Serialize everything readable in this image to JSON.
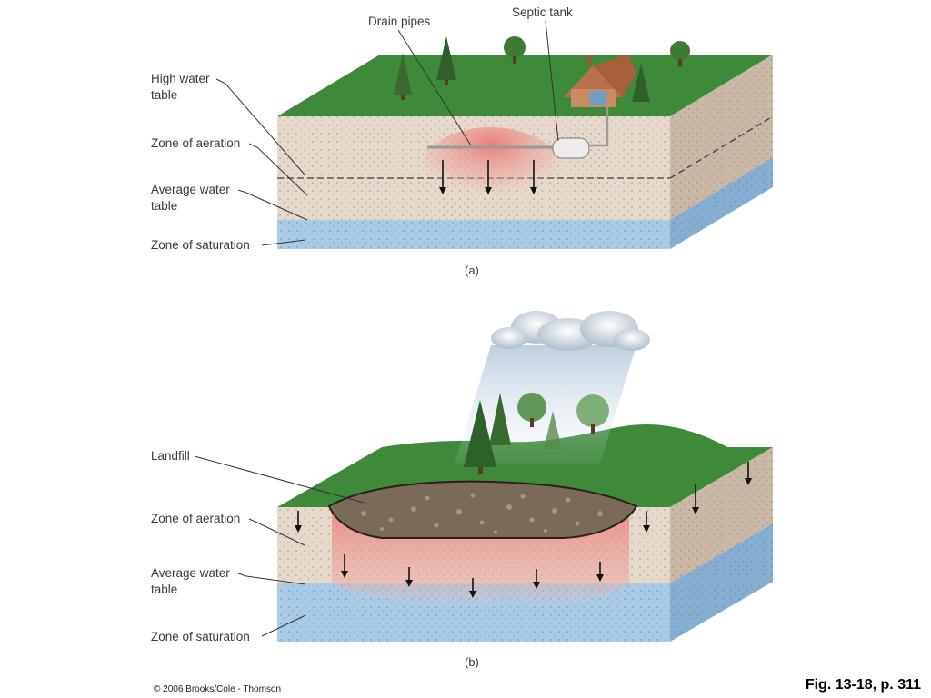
{
  "panel_a": {
    "labels": {
      "high_water_table_1": "High water",
      "high_water_table_2": "table",
      "zone_of_aeration": "Zone of aeration",
      "average_water_table_1": "Average water",
      "average_water_table_2": "table",
      "zone_of_saturation": "Zone of saturation",
      "drain_pipes": "Drain pipes",
      "septic_tank": "Septic tank"
    },
    "caption": "(a)"
  },
  "panel_b": {
    "labels": {
      "landfill": "Landfill",
      "zone_of_aeration": "Zone of aeration",
      "average_water_table_1": "Average water",
      "average_water_table_2": "table",
      "zone_of_saturation": "Zone of saturation"
    },
    "caption": "(b)"
  },
  "footer": {
    "copyright": "© 2006 Brooks/Cole - Thomson",
    "figure_ref": "Fig. 13-18, p. 311"
  },
  "colors": {
    "grass": "#3f8a3a",
    "soil": "#e6d9cc",
    "soil_side": "#c9b8a6",
    "water": "#a9cbe6",
    "water_side": "#86aed0",
    "contamination": "#e8807a"
  }
}
